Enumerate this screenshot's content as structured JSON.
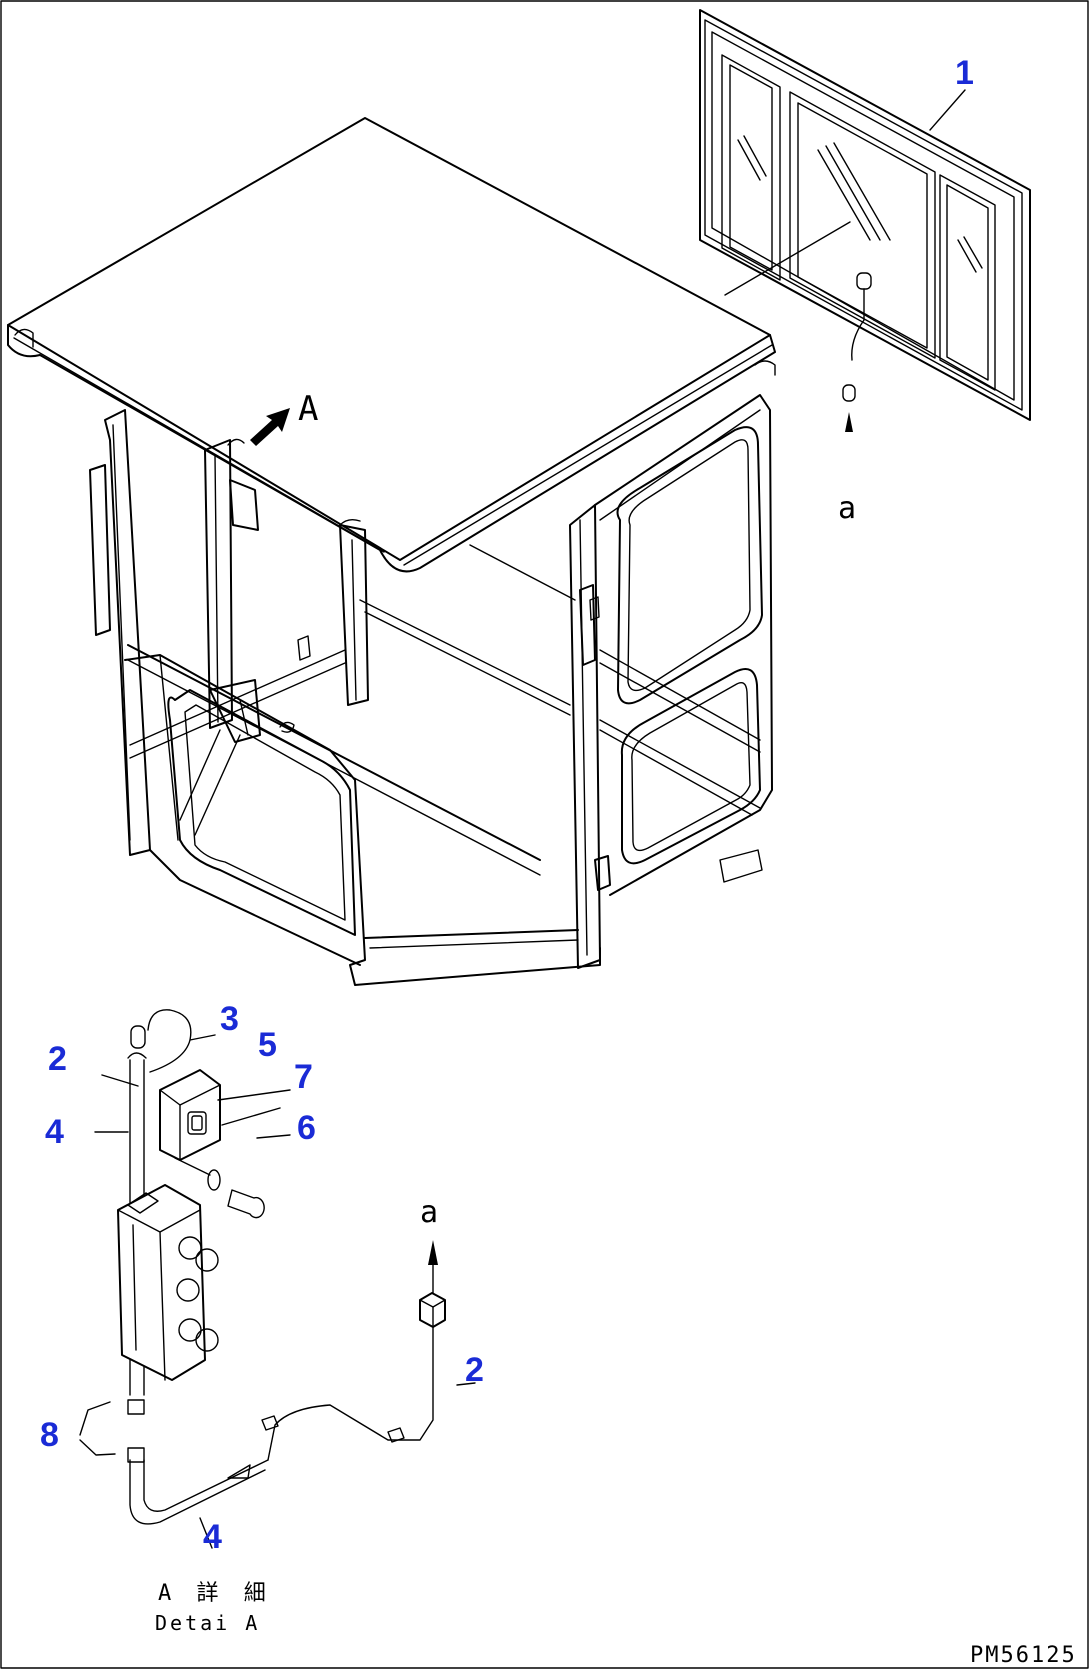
{
  "callouts": {
    "c1": "1",
    "c2a": "2",
    "c2b": "2",
    "c3": "3",
    "c4a": "4",
    "c4b": "4",
    "c5": "5",
    "c6": "6",
    "c7": "7",
    "c8": "8"
  },
  "refs": {
    "view_arrow": "A",
    "joint_top": "a",
    "joint_bottom": "a"
  },
  "detail_caption": {
    "jp": "A 詳 細",
    "en": "Detai A"
  },
  "drawing_code": "PM56125",
  "colors": {
    "callout": "#1a2bd6",
    "line": "#000000"
  }
}
